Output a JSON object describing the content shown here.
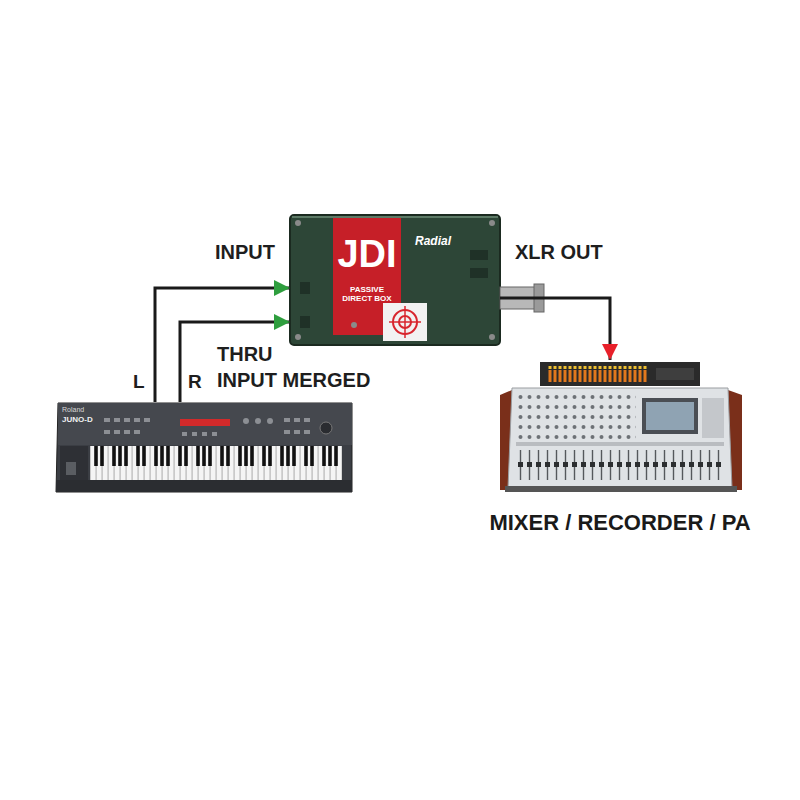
{
  "diagram": {
    "nodes": [
      {
        "text": [
          "Roland",
          "JUNO-D"
        ]
      },
      {
        "text": [
          "JDI",
          "PASSIVE DIRECT BOX",
          "Radial"
        ]
      },
      {
        "text": [
          "MIXER / RECORDER / PA"
        ]
      }
    ],
    "edges": [
      {
        "from": 0,
        "to": 1,
        "arrow": "to",
        "label": "L"
      },
      {
        "from": 0,
        "to": 1,
        "arrow": "to",
        "label": "R"
      },
      {
        "from": 1,
        "to": 2,
        "arrow": "to",
        "label": "XLR OUT"
      }
    ],
    "labels": [
      "INPUT",
      "THRU INPUT MERGED"
    ]
  }
}
